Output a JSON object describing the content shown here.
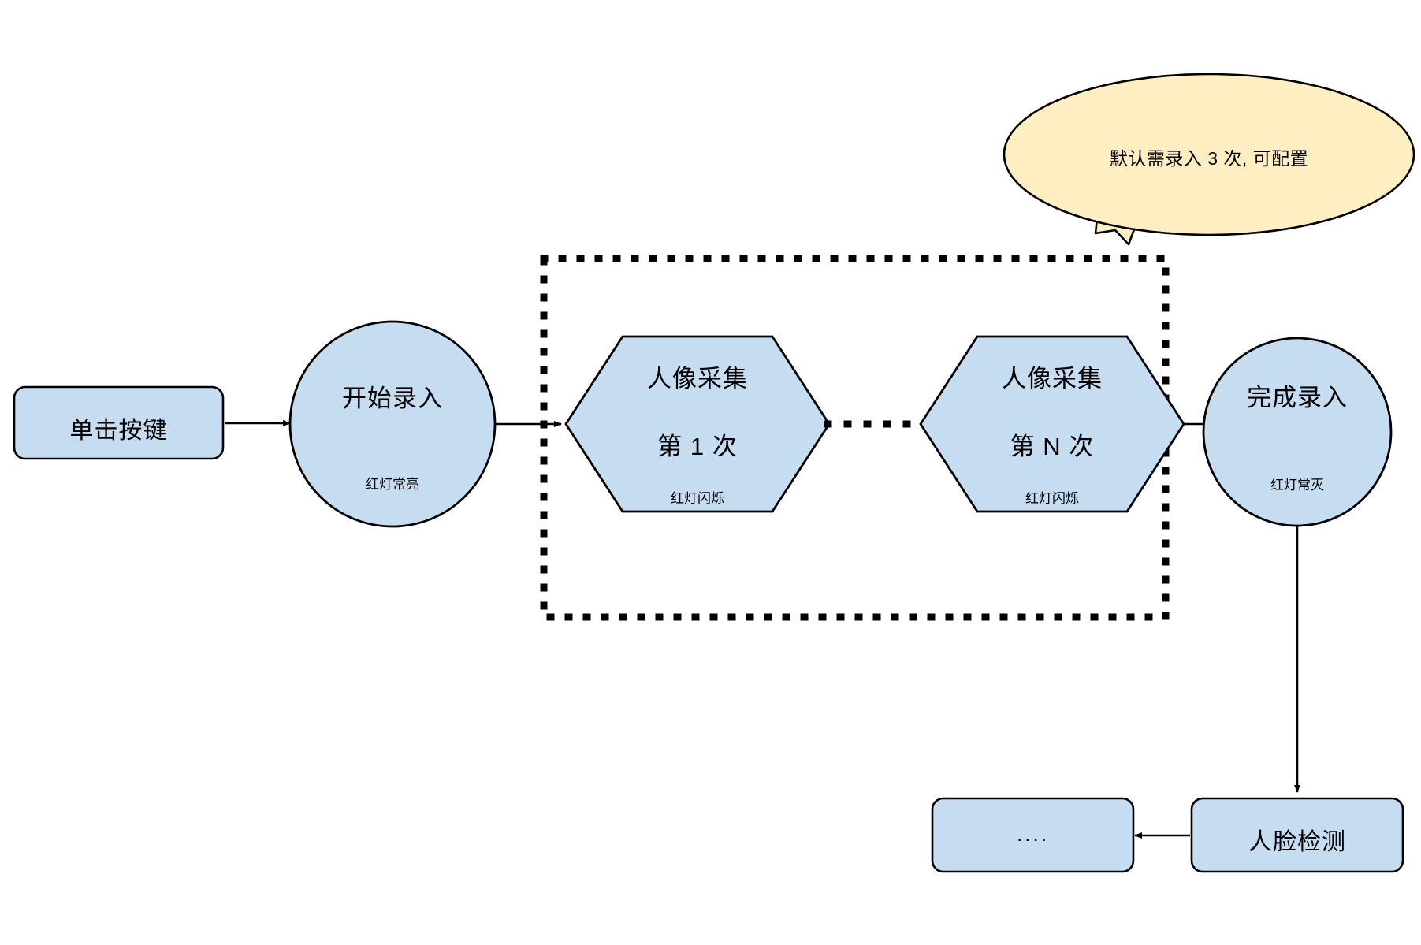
{
  "diagram": {
    "title_hidden": "",
    "colors": {
      "node_fill": "#c6dcf0",
      "node_stroke": "#000000",
      "callout_fill": "#ffeec2",
      "callout_stroke": "#000000",
      "edge": "#000000",
      "dotted_group_border": "#000000",
      "background": "#ffffff"
    },
    "nodes": [
      {
        "id": "click-button",
        "shape": "rounded-rect",
        "label": "单击按键",
        "sublabel": ""
      },
      {
        "id": "start-enroll",
        "shape": "circle",
        "label": "开始录入",
        "sublabel": "红灯常亮"
      },
      {
        "id": "capture-first",
        "shape": "hexagon",
        "label": "人像采集",
        "label2": "第 1 次",
        "sublabel": "红灯闪烁"
      },
      {
        "id": "capture-nth",
        "shape": "hexagon",
        "label": "人像采集",
        "label2": "第 N 次",
        "sublabel": "红灯闪烁"
      },
      {
        "id": "finish-enroll",
        "shape": "circle",
        "label": "完成录入",
        "sublabel": "红灯常灭"
      },
      {
        "id": "face-detect",
        "shape": "rounded-rect",
        "label": "人脸检测",
        "sublabel": ""
      },
      {
        "id": "more-steps",
        "shape": "rounded-rect",
        "label": "....",
        "sublabel": ""
      }
    ],
    "callout": {
      "id": "loop-note",
      "shape": "ellipse-callout",
      "text": "默认需录入 3 次, 可配置"
    },
    "group": {
      "id": "capture-loop-group",
      "border_style": "dotted",
      "label": ""
    },
    "edges": [
      {
        "from": "click-button",
        "to": "start-enroll",
        "style": "solid-arrow"
      },
      {
        "from": "start-enroll",
        "to": "capture-first",
        "style": "solid-arrow"
      },
      {
        "from": "capture-first",
        "to": "capture-nth",
        "style": "dotted"
      },
      {
        "from": "capture-nth",
        "to": "finish-enroll",
        "style": "solid-arrow"
      },
      {
        "from": "finish-enroll",
        "to": "face-detect",
        "style": "solid-arrow"
      },
      {
        "from": "face-detect",
        "to": "more-steps",
        "style": "solid-arrow"
      }
    ]
  }
}
